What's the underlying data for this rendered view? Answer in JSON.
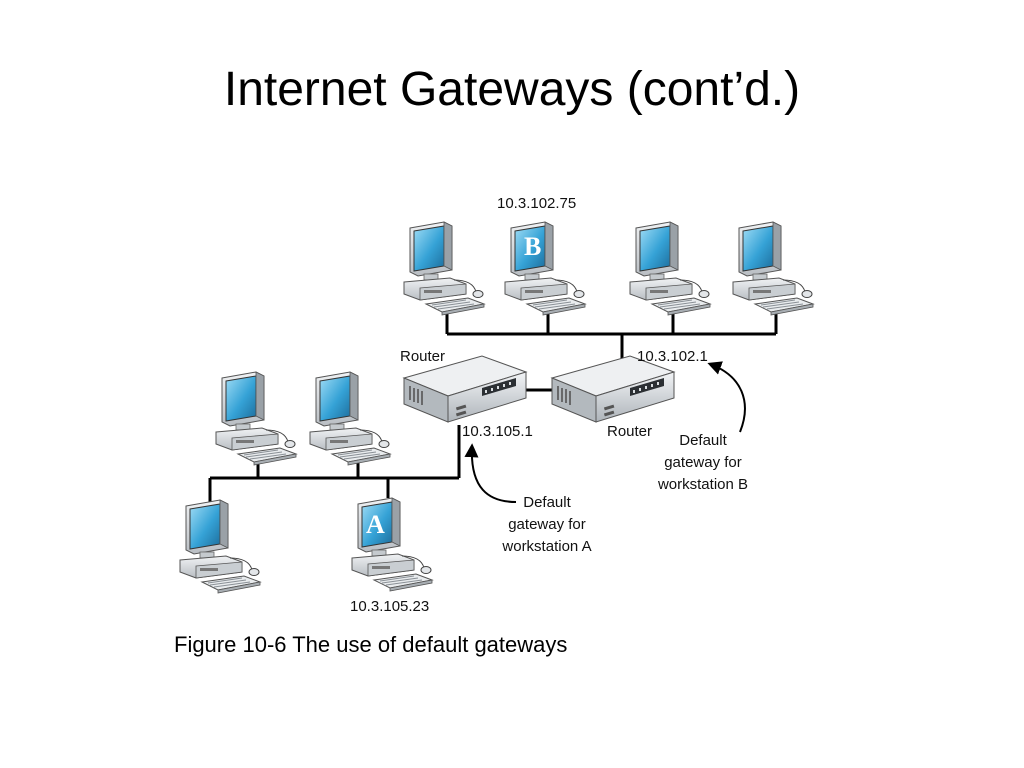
{
  "slide": {
    "title": "Internet Gateways (cont’d.)",
    "caption": "Figure 10-6 The use of default gateways"
  },
  "diagram": {
    "workstation_b_ip": "10.3.102.75",
    "workstation_a_ip": "10.3.105.23",
    "router_left_label": "Router",
    "router_right_label": "Router",
    "router_left_ip": "10.3.105.1",
    "router_right_ip": "10.3.102.1",
    "gateway_a_note": [
      "Default",
      "gateway for",
      "workstation  A"
    ],
    "gateway_b_note": [
      "Default",
      "gateway for",
      "workstation  B"
    ],
    "workstation_a_letter": "A",
    "workstation_b_letter": "B"
  },
  "colors": {
    "screen": "#3aa6d8",
    "device_body": "#dfe3e6",
    "network_line": "#000000"
  }
}
